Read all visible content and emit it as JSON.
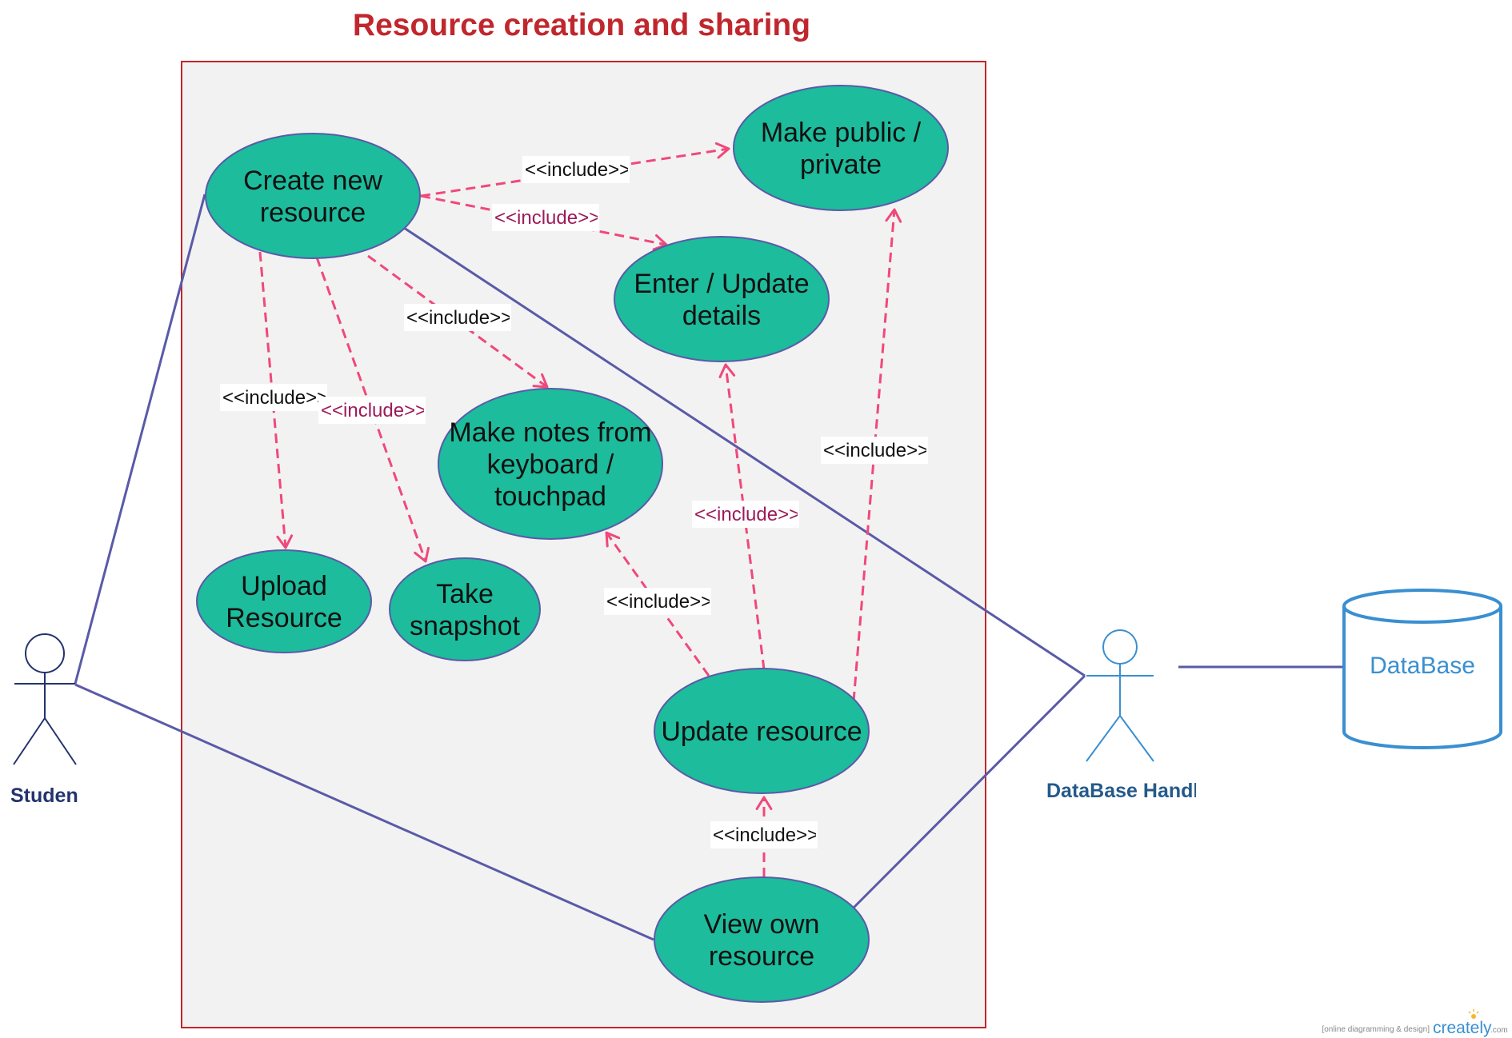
{
  "diagram": {
    "title": "Resource creation and sharing",
    "colors": {
      "title": "#c0272d",
      "boundary_fill": "#f2f2f2",
      "boundary_stroke": "#c0272d",
      "usecase_fill": "#1cbc9c",
      "usecase_stroke": "#5a5aa8",
      "association": "#5a5aa8",
      "include_arrow": "#f0487a",
      "include_text_dark": "#111111",
      "include_text_magenta": "#9c1b5a",
      "student_actor": "#23336e",
      "db_actor": "#3a8fd0",
      "db_actor_label": "#245a8a"
    },
    "use_cases": [
      {
        "id": "create",
        "lines": [
          "Create new",
          "resource"
        ]
      },
      {
        "id": "public",
        "lines": [
          "Make public /",
          "private"
        ]
      },
      {
        "id": "enter",
        "lines": [
          "Enter / Update",
          "details"
        ]
      },
      {
        "id": "notes",
        "lines": [
          "Make notes from",
          "keyboard /",
          "touchpad"
        ]
      },
      {
        "id": "upload",
        "lines": [
          "Upload",
          "Resource"
        ]
      },
      {
        "id": "snapshot",
        "lines": [
          "Take",
          "snapshot"
        ]
      },
      {
        "id": "update",
        "lines": [
          "Update resource"
        ]
      },
      {
        "id": "view",
        "lines": [
          "View own",
          "resource"
        ]
      }
    ],
    "includes": [
      {
        "from": "create",
        "to": "public",
        "label": "<<include>>",
        "tone": "dark"
      },
      {
        "from": "create",
        "to": "enter",
        "label": "<<include>>",
        "tone": "magenta"
      },
      {
        "from": "create",
        "to": "notes",
        "label": "<<include>>",
        "tone": "dark"
      },
      {
        "from": "create",
        "to": "upload",
        "label": "<<include>>",
        "tone": "dark"
      },
      {
        "from": "create",
        "to": "snapshot",
        "label": "<<include>>",
        "tone": "magenta"
      },
      {
        "from": "update",
        "to": "public",
        "label": "<<include>>",
        "tone": "dark"
      },
      {
        "from": "update",
        "to": "enter",
        "label": "<<include>>",
        "tone": "magenta"
      },
      {
        "from": "update",
        "to": "notes",
        "label": "<<include>>",
        "tone": "dark"
      },
      {
        "from": "view",
        "to": "update",
        "label": "<<include>>",
        "tone": "dark"
      }
    ],
    "actors": [
      {
        "id": "student",
        "label": "Student"
      },
      {
        "id": "dbhandler",
        "label": "DataBase Handler"
      }
    ],
    "associations": [
      {
        "actor": "student",
        "target": "create"
      },
      {
        "actor": "student",
        "target": "view"
      },
      {
        "actor": "dbhandler",
        "target": "create"
      },
      {
        "actor": "dbhandler",
        "target": "view"
      },
      {
        "actor": "dbhandler",
        "target": "database"
      }
    ],
    "database": {
      "label": "DataBase"
    }
  },
  "branding": {
    "tagline": "[online diagramming & design]",
    "brand": "creately",
    "suffix": ".com"
  }
}
